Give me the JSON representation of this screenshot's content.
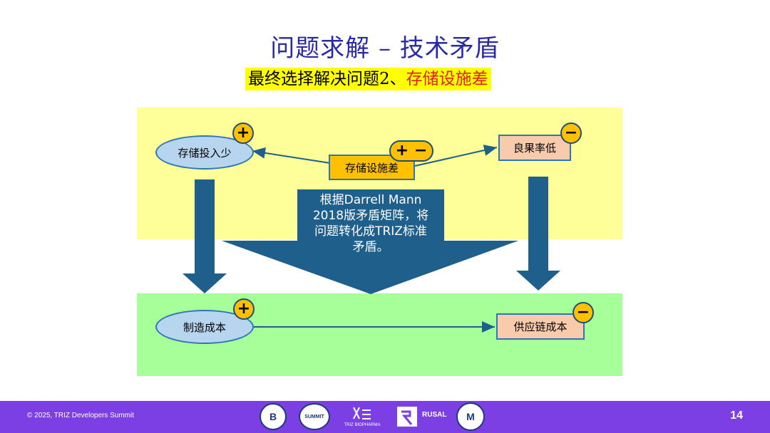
{
  "title": "问题求解 – 技术矛盾",
  "subtitle": {
    "prefix": "最终选择解决问题2、",
    "highlight": "存储设施差"
  },
  "nodes": {
    "storage_investment": "存储投入少",
    "storage_facility": "存储设施差",
    "yield_rate": "良果率低",
    "manufacturing_cost": "制造成本",
    "supply_chain_cost": "供应链成本"
  },
  "badges": {
    "plus": "+",
    "minus": "−"
  },
  "big_arrow_text": [
    "根据Darrell Mann",
    "2018版矛盾矩阵，将",
    "问题转化成TRIZ标准",
    "矛盾。"
  ],
  "footer": {
    "copyright": "© 2025, TRIZ Developers Summit",
    "page_number": "14",
    "logos": [
      "B",
      "SUMMIT",
      "TRIZ BIOPHARMA",
      "RUSAL",
      "M"
    ]
  },
  "colors": {
    "title": "#2a2aa6",
    "highlight": "#e02020",
    "arrow": "#1f5f8b",
    "yellow_band": "#ffff99",
    "green_band": "#a6ff99",
    "footer": "#7b3fe4"
  }
}
